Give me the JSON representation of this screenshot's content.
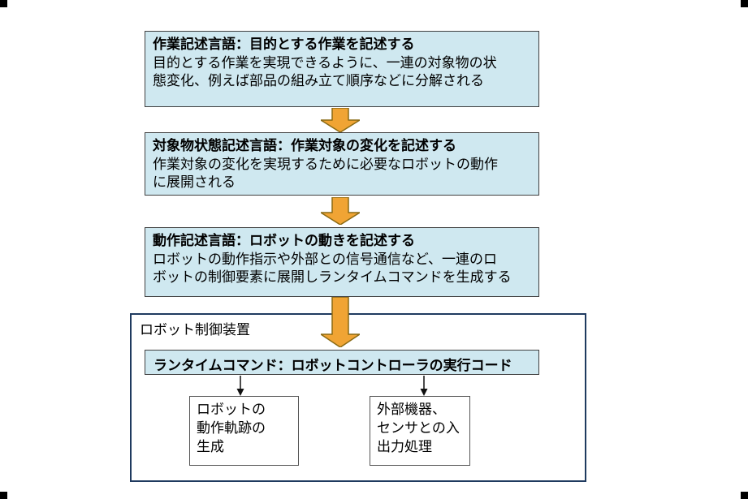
{
  "boxes": [
    {
      "title": "作業記述言語：目的とする作業を記述する",
      "body": "目的とする作業を実現できるように、一連の対象物の状\n態変化、例えば部品の組み立て順序などに分解される"
    },
    {
      "title": "対象物状態記述言語：作業対象の変化を記述する",
      "body": "作業対象の変化を実現するために必要なロボットの動作\nに展開される"
    },
    {
      "title": "動作記述言語：ロボットの動きを記述する",
      "body": "ロボットの動作指示や外部との信号通信など、一連のロ\nボットの制御要素に展開しランタイムコマンドを生成する"
    }
  ],
  "controller": {
    "label": "ロボット制御装置",
    "runtime_bar": "ランタイムコマンド：ロボットコントローラの実行コード",
    "sub_boxes": [
      {
        "text": "ロボットの\n動作軌跡の\n生成"
      },
      {
        "text": "外部機器、\nセンサとの入\n出力処理"
      }
    ]
  },
  "icons": {
    "block_arrow": "down-block-arrow",
    "thin_arrow": "down-arrow"
  },
  "colors": {
    "box_fill": "#cfe8f0",
    "box_border": "#404040",
    "arrow_fill": "#f0a434",
    "arrow_stroke": "#8a6a14",
    "container_border": "#1f3a5f",
    "text": "#000000",
    "background": "#ffffff"
  }
}
